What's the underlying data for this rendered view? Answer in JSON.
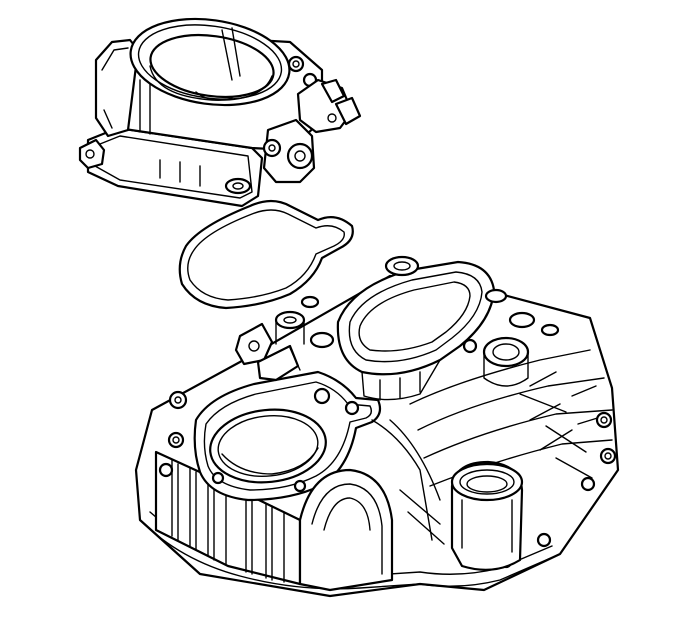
{
  "diagram": {
    "parts": [
      {
        "id": "throttle-body",
        "label": ""
      },
      {
        "id": "throttle-body-gasket",
        "label": ""
      },
      {
        "id": "upper-intake-manifold",
        "label": ""
      }
    ],
    "line_color": "#000000",
    "background_color": "#ffffff"
  }
}
